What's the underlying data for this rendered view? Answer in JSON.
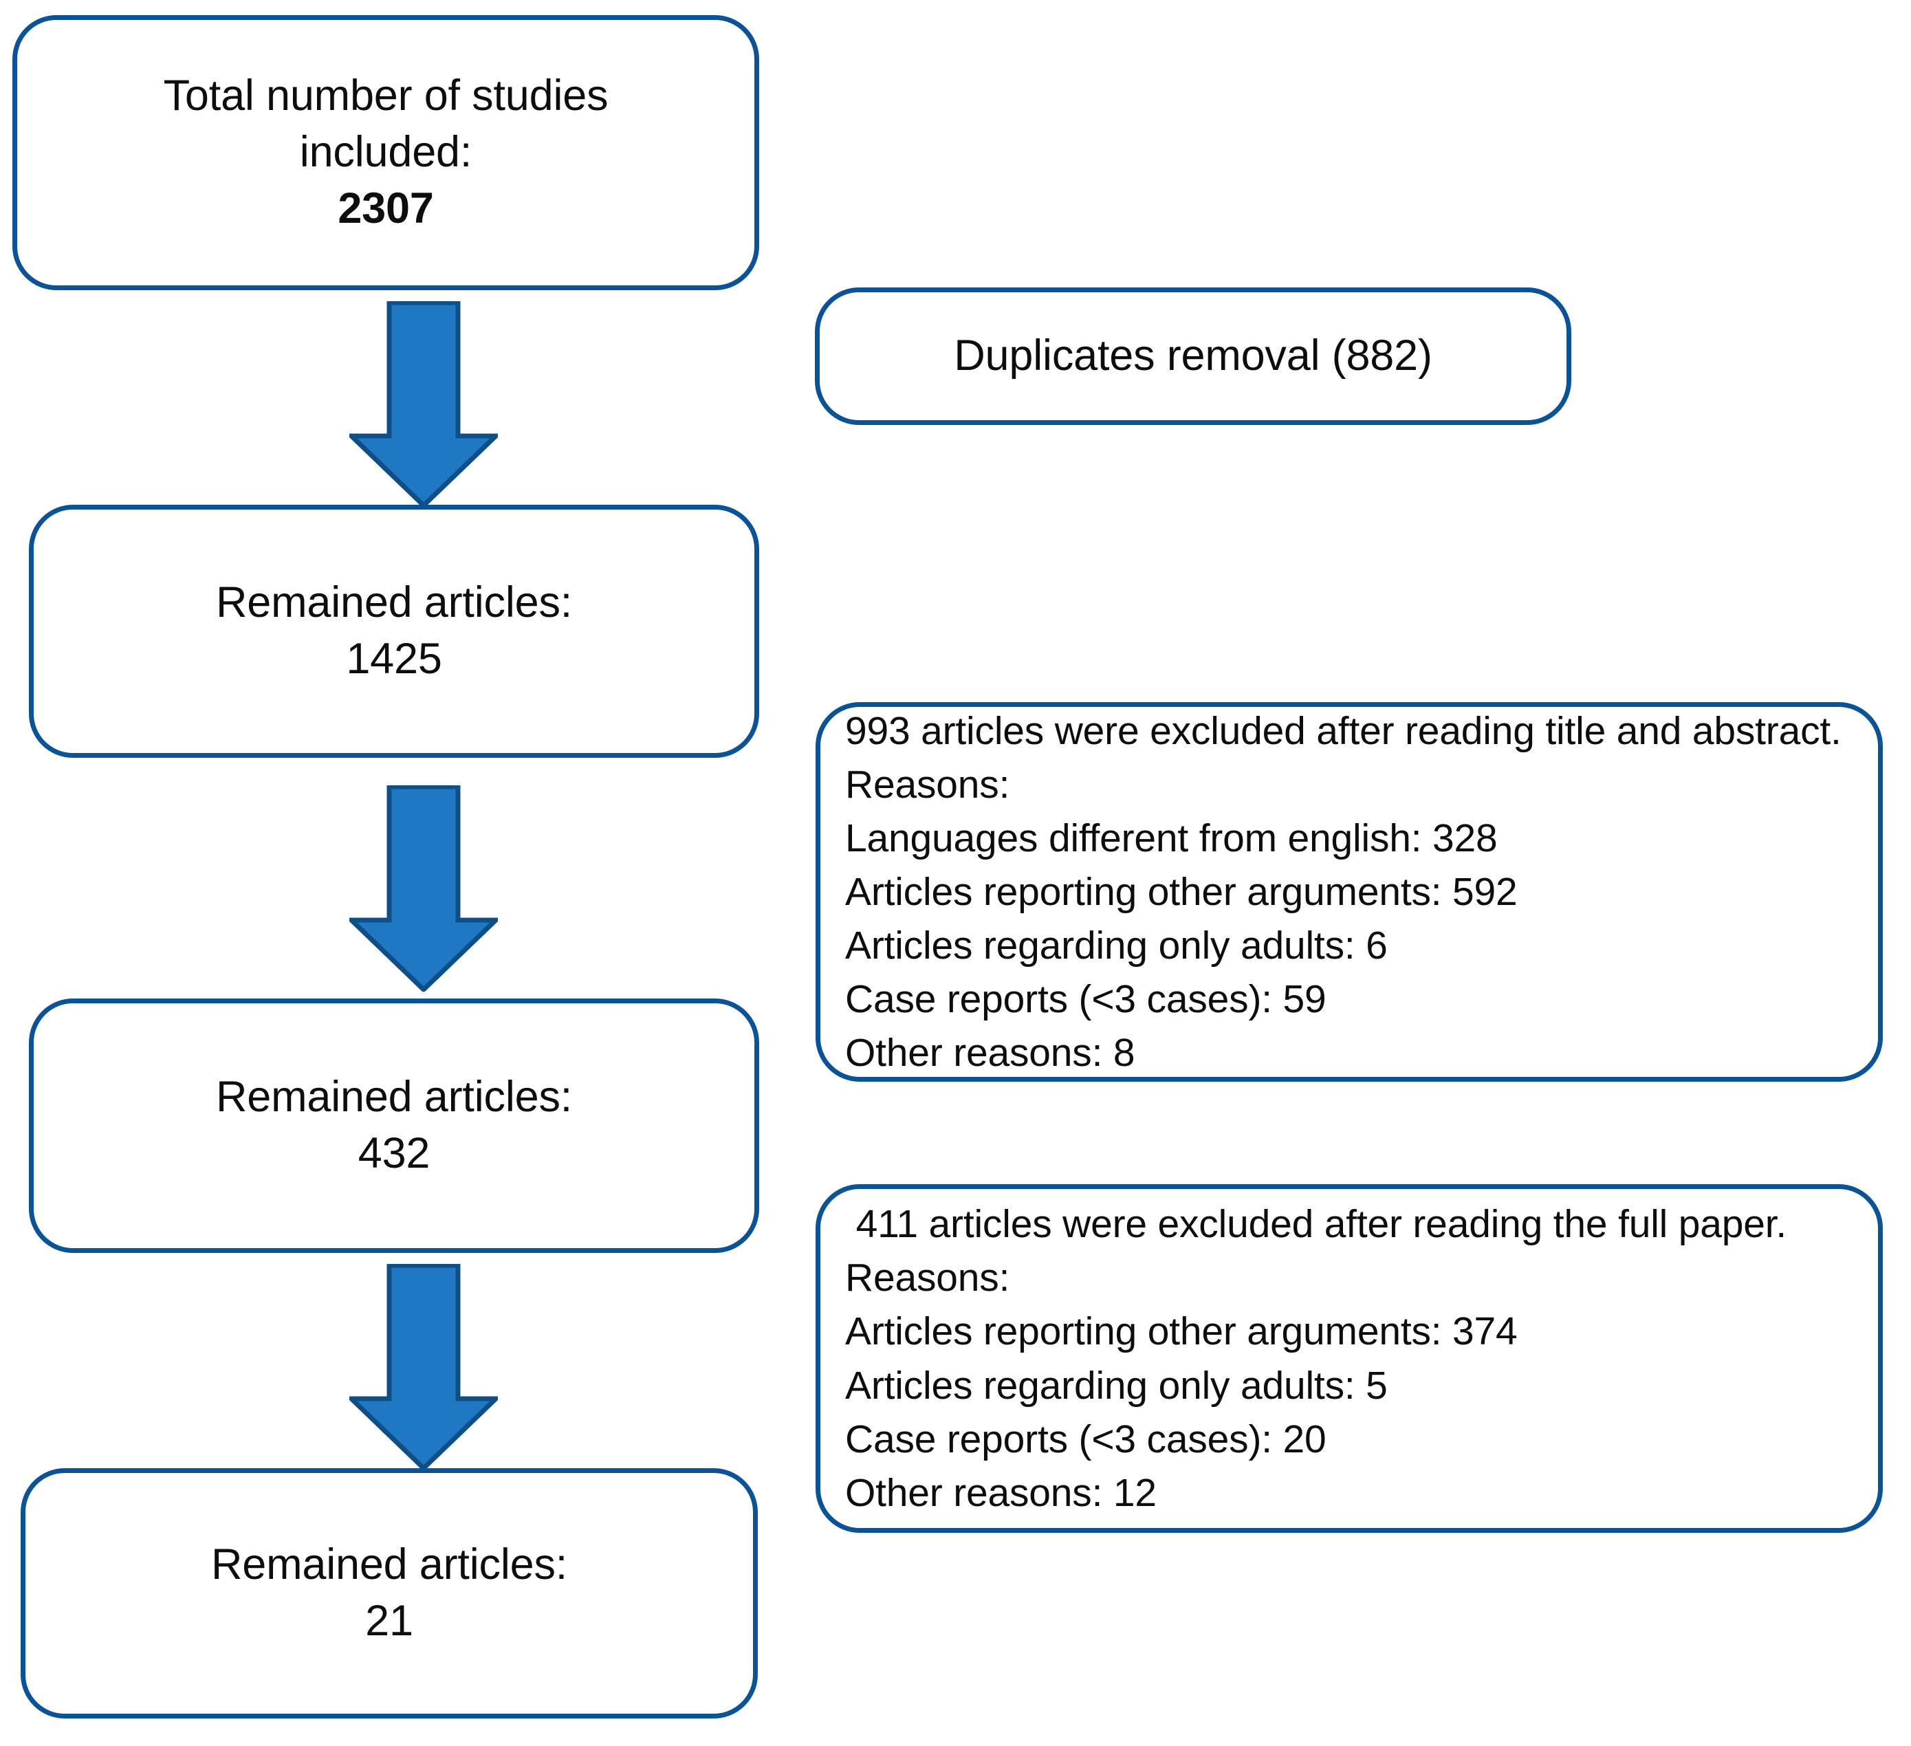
{
  "theme": {
    "box_border_color": "#0B5394",
    "arrow_fill_color": "#1F78C1",
    "arrow_stroke_color": "#0E4F87",
    "text_color": "#0d0d0d",
    "background_color": "#ffffff"
  },
  "nodes": {
    "total_studies": {
      "lines": [
        "Total number of studies",
        "included:"
      ],
      "value": "2307"
    },
    "duplicates_removal": {
      "text": "Duplicates removal (882)"
    },
    "remained_1425": {
      "label": "Remained articles:",
      "value": "1425"
    },
    "excluded_title_abstract": {
      "lines": [
        "993 articles were excluded after reading title and abstract.",
        "Reasons:",
        "Languages different from english: 328",
        "Articles reporting other arguments: 592",
        "Articles regarding only adults: 6",
        "Case reports (<3 cases): 59",
        "Other reasons: 8"
      ]
    },
    "remained_432": {
      "label": "Remained articles:",
      "value": "432"
    },
    "excluded_full_paper": {
      "lines": [
        " 411 articles were excluded after reading the full paper.",
        "Reasons:",
        "Articles reporting other arguments: 374",
        "Articles regarding only adults: 5",
        "Case reports (<3 cases): 20",
        "Other reasons: 12"
      ]
    },
    "remained_21": {
      "label": "Remained articles:",
      "value": "21"
    }
  },
  "chart_data": {
    "type": "flowchart",
    "title": "Study selection flow diagram",
    "stages": [
      {
        "label": "Total number of studies included",
        "value": 2307
      },
      {
        "label": "Remained articles",
        "value": 1425
      },
      {
        "label": "Remained articles",
        "value": 432
      },
      {
        "label": "Remained articles",
        "value": 21
      }
    ],
    "exclusions": [
      {
        "stage": "Duplicates removal",
        "total": 882,
        "reasons": []
      },
      {
        "stage": "Excluded after reading title and abstract",
        "total": 993,
        "reasons": [
          {
            "label": "Languages different from english",
            "value": 328
          },
          {
            "label": "Articles reporting other arguments",
            "value": 592
          },
          {
            "label": "Articles regarding only adults",
            "value": 6
          },
          {
            "label": "Case reports (<3 cases)",
            "value": 59
          },
          {
            "label": "Other reasons",
            "value": 8
          }
        ]
      },
      {
        "stage": "Excluded after reading the full paper",
        "total": 411,
        "reasons": [
          {
            "label": "Articles reporting other arguments",
            "value": 374
          },
          {
            "label": "Articles regarding only adults",
            "value": 5
          },
          {
            "label": "Case reports (<3 cases)",
            "value": 20
          },
          {
            "label": "Other reasons",
            "value": 12
          }
        ]
      }
    ]
  }
}
